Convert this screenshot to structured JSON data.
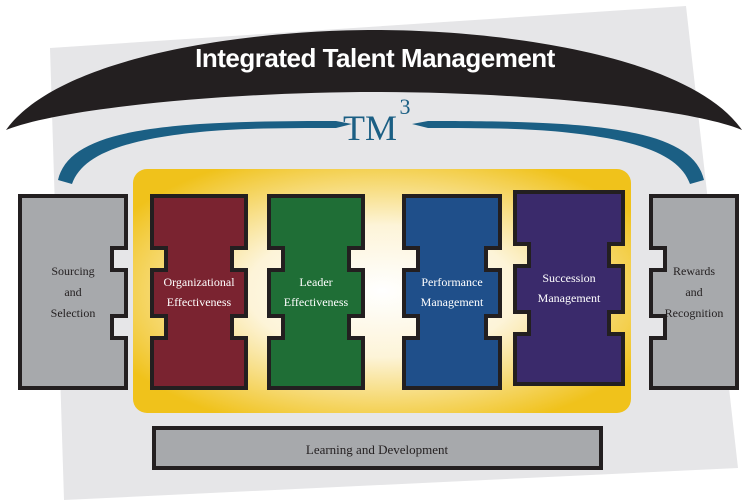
{
  "title": "Integrated Talent Management",
  "tm_label": "TM",
  "tm_superscript": "3",
  "blocks": [
    {
      "id": "sourcing",
      "lines": [
        "Sourcing",
        "and",
        "Selection"
      ],
      "fill": "#a7a9ac"
    },
    {
      "id": "organizational",
      "lines": [
        "Organizational",
        "Effectiveness"
      ],
      "fill": "#7a2330"
    },
    {
      "id": "leader",
      "lines": [
        "Leader",
        "Effectiveness"
      ],
      "fill": "#1f6e36"
    },
    {
      "id": "performance",
      "lines": [
        "Performance",
        "Management"
      ],
      "fill": "#1f4f8a"
    },
    {
      "id": "succession",
      "lines": [
        "Succession",
        "Management"
      ],
      "fill": "#3a2a6b"
    },
    {
      "id": "rewards",
      "lines": [
        "Rewards",
        "and",
        "Recognition"
      ],
      "fill": "#a7a9ac"
    }
  ],
  "foundation_label": "Learning and Development",
  "colors": {
    "arch": "#231f20",
    "swoosh": "#1b5f84",
    "gold": "#f0c21b",
    "background_panel": "#e5e5e7",
    "gray_block": "#a7a9ac"
  }
}
